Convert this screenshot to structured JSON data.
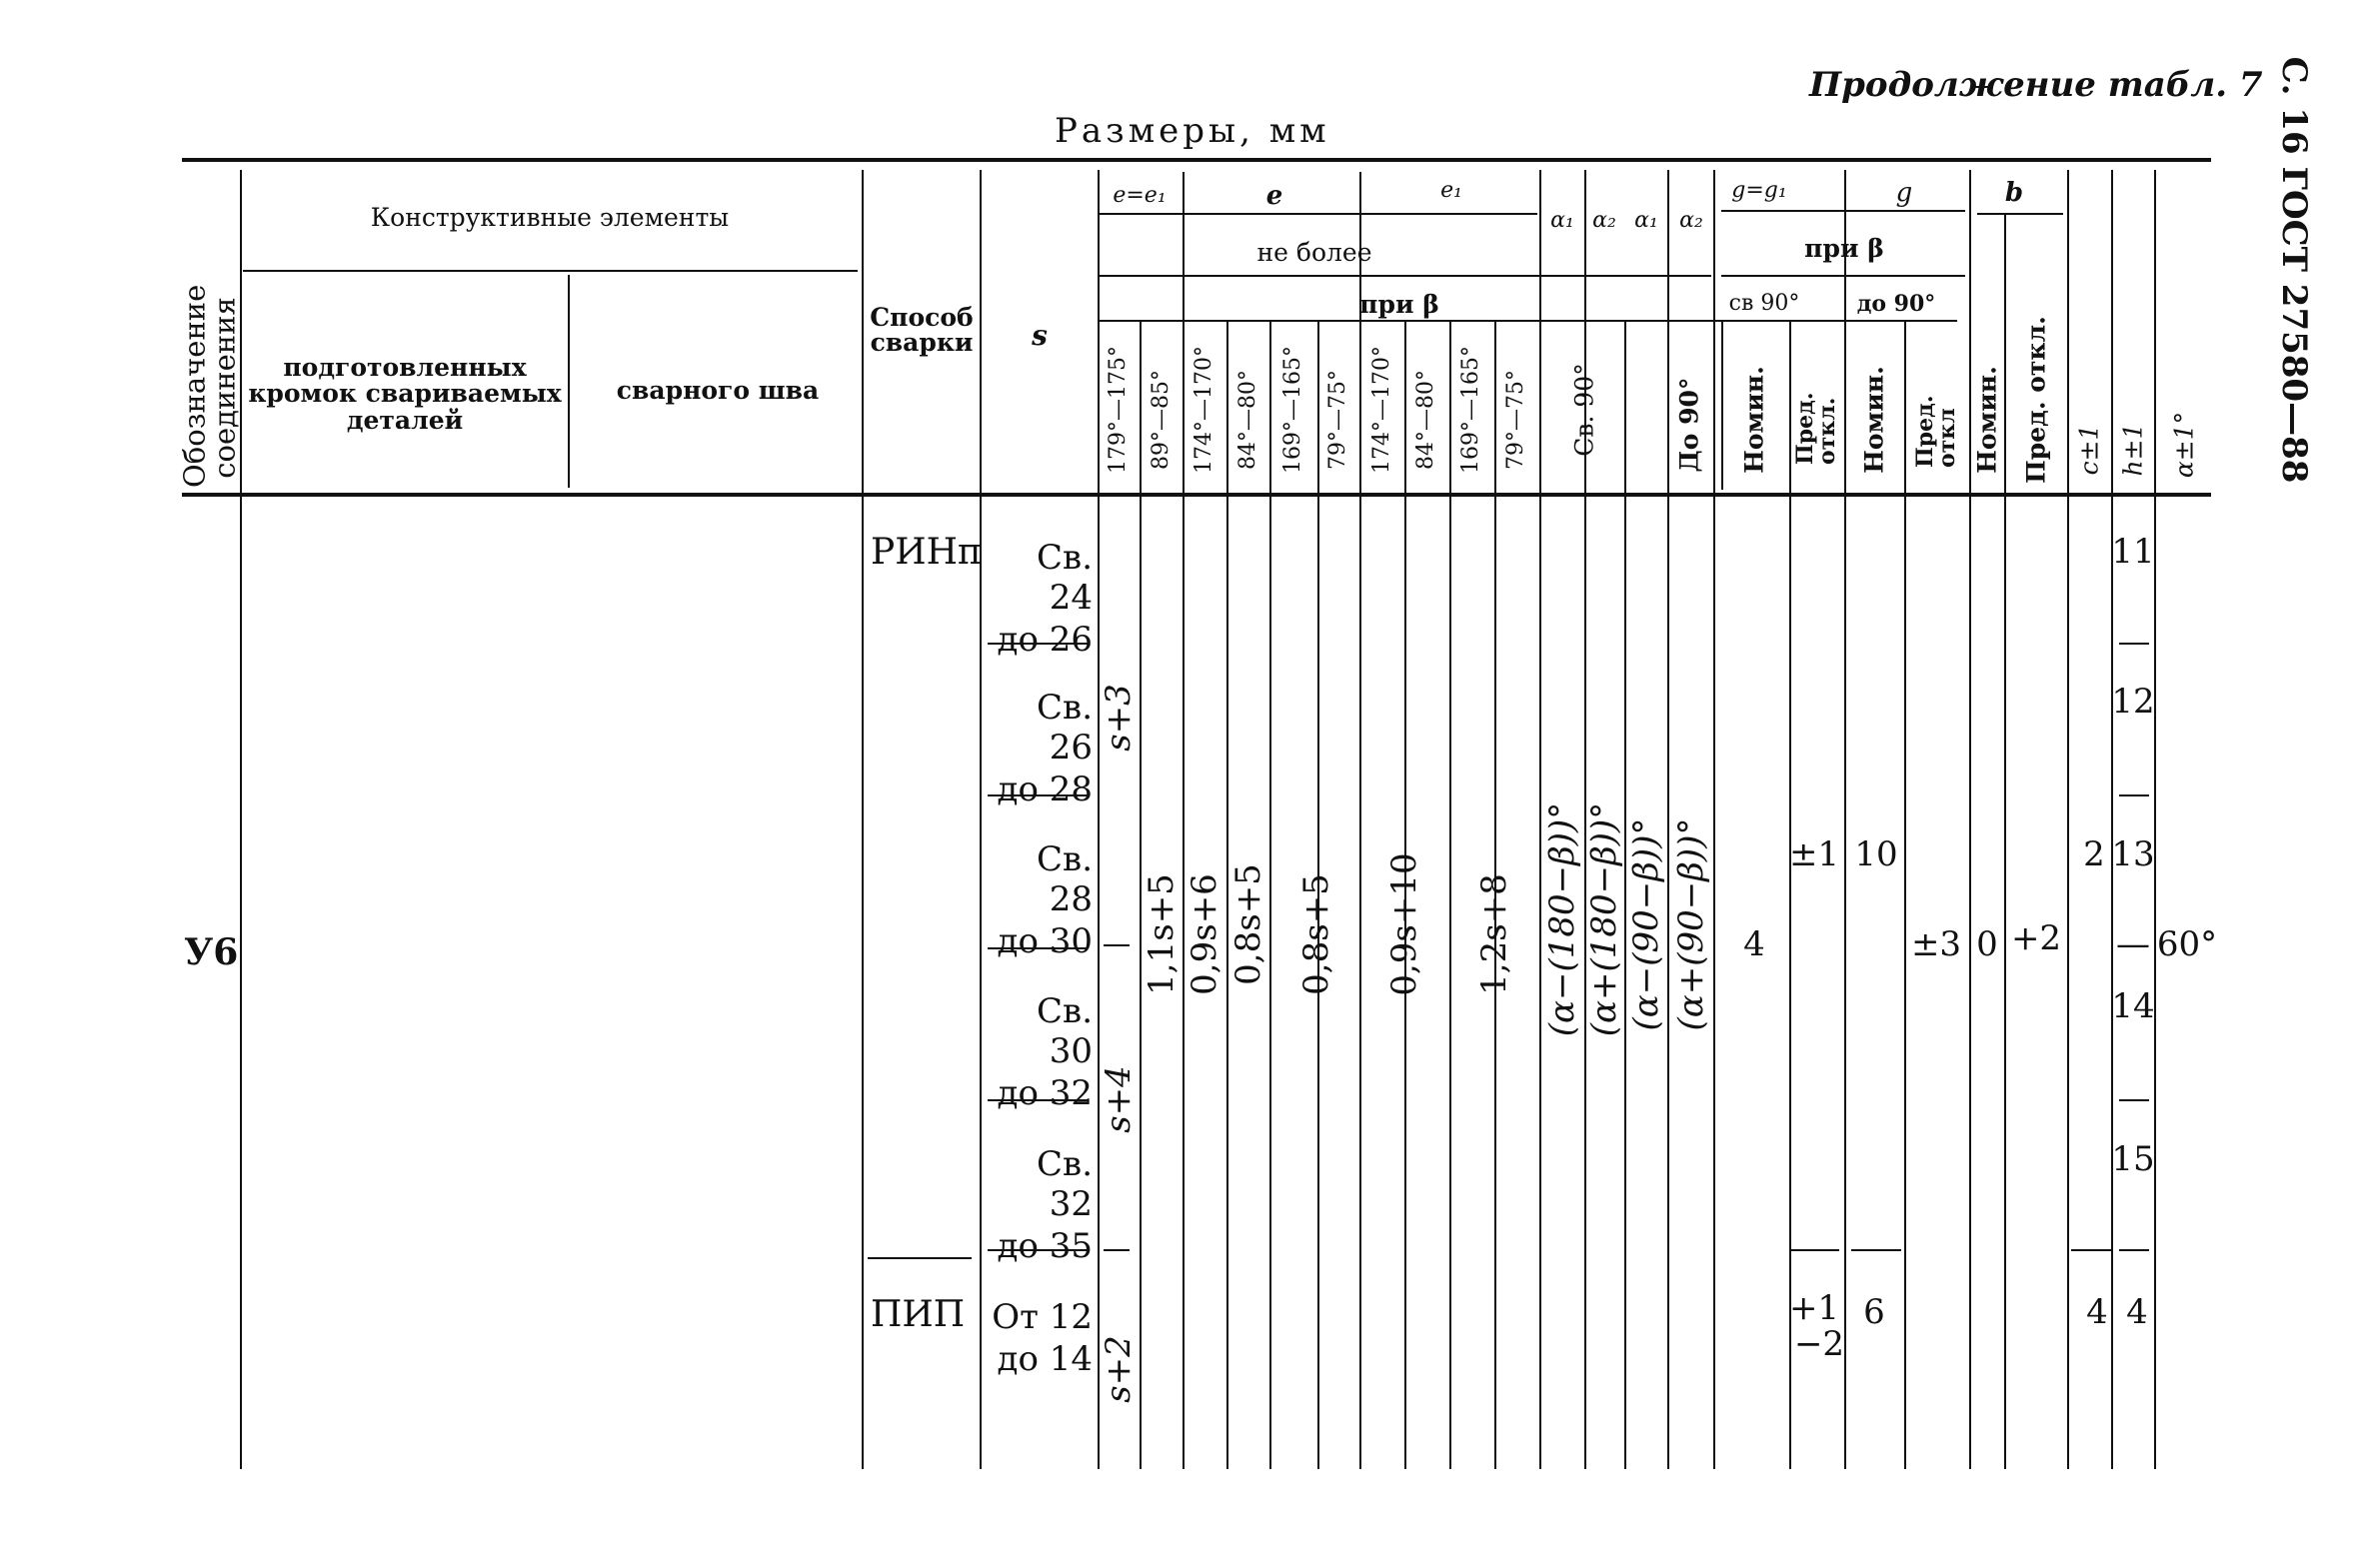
{
  "page": {
    "continuation": "Продолжение табл. 7",
    "side_header": "С. 16 ГОСТ 27580—88",
    "caption": "Размеры, мм"
  },
  "header": {
    "designation": "Обозначение соединения",
    "constructive": "Конструктивные элементы",
    "prepared_edges": "подготовленных кромок свариваемых деталей",
    "weld_seam": "сварного шва",
    "method": "Способ сварки",
    "s": "s",
    "e_eq": "e=e₁",
    "e": "e",
    "e1": "e₁",
    "not_more": "не более",
    "at_beta": "при β",
    "a1": "α₁",
    "a2": "α₂",
    "g_eq": "g=g₁",
    "g": "g",
    "b": "b",
    "at_beta_g": "при β",
    "sv90": "св 90°",
    "do90": "до 90°",
    "r1": "179°—175°",
    "r2": "89°—85°",
    "r3": "174°—170°",
    "r4": "84°—80°",
    "r5": "169°—165°",
    "r6": "79°—75°",
    "r7": "174°—170°",
    "r8": "84°—80°",
    "r9": "169°—165°",
    "r10": "79°—75°",
    "sv90_r": "Св. 90°",
    "do90_r": "До 90°",
    "nomin1": "Номин.",
    "pred1": "Пред. откл.",
    "nomin2": "Номин.",
    "pred2": "Пред. откл",
    "nomin3": "Номин.",
    "pred3": "Пред. откл.",
    "c": "c±1",
    "h": "h±1",
    "alpha": "α±1°"
  },
  "body": {
    "designation": "У6",
    "method1": "РИНп",
    "method2": "ПИП",
    "rows": [
      {
        "from": "Св. 24",
        "to": "до 26",
        "h": "11"
      },
      {
        "from": "Св. 26",
        "to": "до 28",
        "h": "12"
      },
      {
        "from": "Св. 28",
        "to": "до 30",
        "h": "13"
      },
      {
        "from": "Св. 30",
        "to": "до 32",
        "h": "14"
      },
      {
        "from": "Св. 32",
        "to": "до 35",
        "h": "15"
      },
      {
        "from": "От 12",
        "to": "до 14",
        "h": "4"
      }
    ],
    "e_s3": "s+3",
    "e_s4": "s+4",
    "e_s2": "s+2",
    "v1": "1,1s+5",
    "v2": "0,9s+6",
    "v3": "0,8s+5",
    "v4": "0,8s+5",
    "v5": "0,9s+10",
    "v6": "1,2s+8",
    "a1_sv": "(α−(180−β))°",
    "a2_sv": "(α+(180−β))°",
    "a1_do": "(α−(90−β))°",
    "a2_do": "(α+(90−β))°",
    "g_sv_nom": "4",
    "g1_pred": "±1",
    "g_nom": "10",
    "g_pred": "±3",
    "b_nom": "0",
    "b_pred": "+2",
    "c1": "2",
    "alpha": "60°",
    "pip_pred_top": "+1",
    "pip_pred_bot": "−2",
    "pip_g": "6",
    "pip_c": "4",
    "dash": "—"
  }
}
